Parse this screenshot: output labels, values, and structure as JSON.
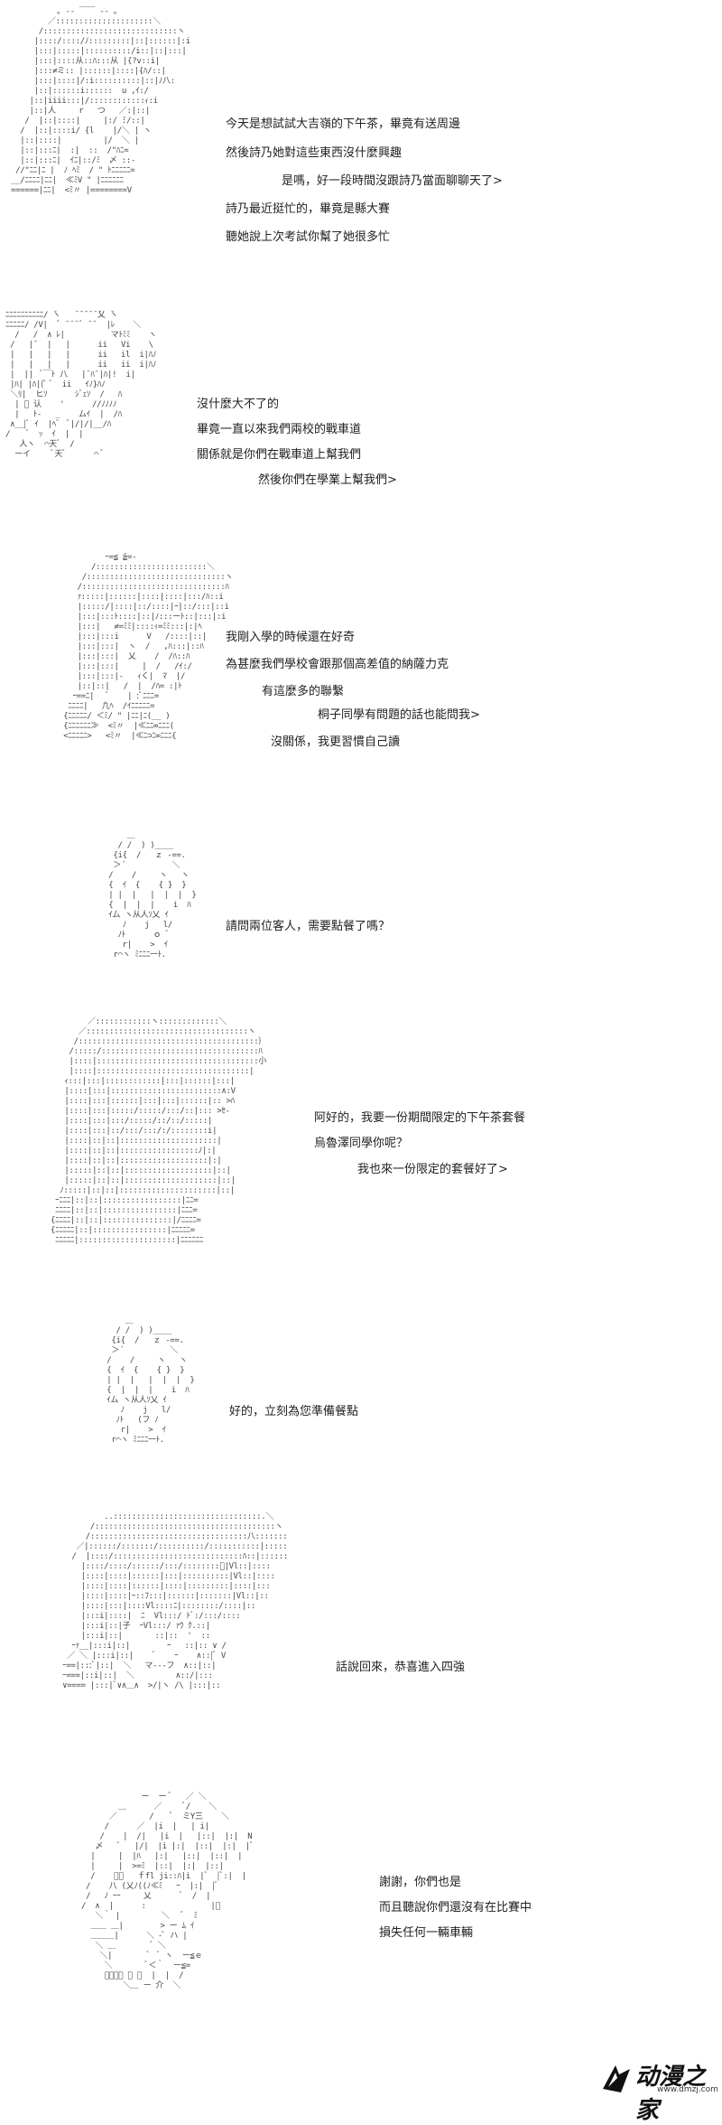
{
  "panels": [
    {
      "lines": [
        "今天是想試試大吉嶺的下午茶，畢竟有送周邊",
        "然後詩乃她對這些東西沒什麼興趣",
        "是嗎，好一段時間沒跟詩乃當面聊聊天了>",
        "詩乃最近挺忙的，畢竟是縣大賽",
        "聽她說上次考試你幫了她很多忙"
      ],
      "art": "          ｡ -‐ ￣￣ ‐- ｡\n        ／:::::::::::::::::::::＼\n      /:::::::::::::::::::::::::::::ヽ\n     |::::/::::/ﾉ:::::::::|::|::::::|:i\n     |:::|:::::|::::::::::/i::|::|:::|\n     |:::|::::从::ﾊ:::从 |{?v::i|\n     |:::≠ミ:: |::::::|::::|{ﾊ/::|\n     |:::|::::|/:i::::::::::|::|ﾉ八:\n     |::|::::::i::::::  u ,ｲ:/\n    |::|iiii:::|/::::::::::::ｨ:i\n    |::|人     r   つ   ／:|::|\n   /  |::|::::|     |:/ ̄:/::|\n  /  |::|::::i/ {l    |/＼ | ヽ\n  |::|::::|         |/  ＼ |\n  |::|:::ﾆ|  :|  ::  /\"ﾊﾆ=\n  |::|:::ﾆ|  ｲﾆ|::/ﾐ  〆 ::-\n //\"ﾆﾆ|ﾆ |  ﾉ ﾍﾐ  / \" ﾄﾆﾆﾆﾆﾆ=\n__/ﾆﾆﾆﾆ|ﾆﾆ|  ≪ﾐV \" |ﾆﾆﾆﾆﾆﾆ\n======|ﾆﾆ|  <ﾐ〃 |========V"
    },
    {
      "lines": [
        "沒什麼大不了的",
        "畢竟一直以來我們兩校的戰車道",
        "關係就是你們在戰車道上幫我們",
        "然後你們在學業上幫我們>"
      ],
      "art": "ﾆﾆﾆﾆﾆﾆﾆﾆﾆﾆ/ ̄ヽ   ̄ ̄ ̄ ̄ ̄ ̄乂 ̄ヽ\nﾆﾆﾆﾆﾆ/ /V|  ﾞ ¯¯¯ﾞ ¯¯  |ﾚ    ＼\n  /   /  ∧ ﾚ|          マﾄﾐﾐ    ヽ\n /   |¯  |   |      ii   Vi    \\\n |   |   |   |      ii   il  i|ﾊﾉ\n |   |   |   |      ii   ii  i|ﾊﾉ\n |  ||  ﾞ￣ﾄ 八   |¯ﾊ¯|ﾊ|!  i|\n |ﾊ| |ﾊ|(ﾟ ﾞ  ii   ｲﾉ}ﾊﾉ\n ＼ﾘ|  ヒｿ      ｼﾞｪｿ  /   ﾊ\n  | ﾞ 认    '      //ﾉﾉﾉﾉ\n  |   ﾄ-   _    ムｲ  |  /ﾊ\n ∧__|ﾞ ｲ  |ﾍﾞ  ﾞ|/|/|__/ﾊ\n/    ﾞ  ｯ  ｲ  |  |\n   人ヽ  ⌒天ﾞ  /\n  ーイ     ﾞ天ﾞ      ⌒ ﾞ"
    },
    {
      "lines": [
        "我剛入學的時候還在好奇",
        "為甚麼我們學校會跟那個高差值的納薩力克",
        "有這麼多的聯繫",
        "桐子同學有問題的話也能問我>",
        "沒關係，我更習慣自己讀"
      ],
      "art": "           ｰ=≦ ̄≧=-\n        /::::::::::::::::::::::::＼\n      /::::::::::::::::::::::::::::::ヽ\n     /:::::::::::::::::::::::::::::::ﾊ\n     ｧ:::::|::::::|::::|::::|:::/ﾊ::i\n     |:::::/|::::|::/::::|ｰ|::/:::|::i\n     |:::|:::ﾄ::::|::|ﾉ:::ーﾄ::|:::|:i\n     |:::|   ≠=ﾐﾐ|::::ｨ=ﾐﾐ:::|:|ﾍ\n     |:::|:::i      V   /::::|::|\n     |:::|:::|  ヽ  /   ,ﾊ:::|::ﾊ\n     |:::|:::|  乂    /  /ﾊ::ﾊ\n     |:::|:::|     |  /   /ｲ:/\n     |:::|:::|-   ｨく|  ﾏ  |/\n     |::|::|   /  |  /ﾊ= :|ﾄ\n    ｰ==ﾆ|   ﾞ    | :ﾞﾆﾆﾆ=\n   ﾆﾆﾆﾆ|   凢ﾍ  /ｲﾆﾆﾆﾆﾆ=\n  {ﾆﾆﾆﾆﾆ/ ＜ﾐ/ \" |ﾆﾆ|ﾆ(__ )\n  {ﾆﾆﾆﾆﾆﾆ≫  <ﾐ〃  |≪ﾆﾆ∞ﾆﾆﾆ(\n  <ﾆﾆﾆﾆﾆ>   <ﾐ〃  |≪ﾆ⊃ﾆ∞ﾆﾆﾆ{"
    },
    {
      "lines": [
        "請問兩位客人，需要點餐了嗎？"
      ],
      "art": "      ＿\n    / /  ) )____\n   {i{  /   ｚ ‐==.\n   ＞´          ＼\n  /    /     ヽ   ヽ\n  {  ｲ  {    { }  }\n  | |  |   |  |  |  }\n  {  |  |  |    i  ﾊ\n  ｲム ヽ从人ｿ乂 ｲ\n     ﾉ    j   l/\n    ﾉﾄ      ｏ ﾞ\n     r|    >  ｲ\n   r⌒ヽ ﾐﾆﾆﾆｰｰﾄ.\n"
    },
    {
      "lines": [
        "阿好的，我要一份期間限定的下午茶套餐",
        "烏魯澤同學你呢？",
        "我也來一份限定的套餐好了>"
      ],
      "art": "        ／::::::::::::ヽ:::::::::::::＼\n      ／:::::::::::::::::::::::::::::::::::ヽ\n     /:::::::::::::::::::::::::::::::::::::::｝\n    /:::::/::::::::::::::::::::::::::::::::::ﾊ\n    |::::|:::::::::::::::::::::::::::::::::::小\n    |::::|:::::::::::::::::::::::::::::::::|\n   ｨ:::|:::|::::::::::::|:::|::::::|:::|\n   |::::|:::|::::::::::::::::::::::::∧:V\n   |::::|:::|::::::|:::|:::|::::::|:: >ﾊ\n   |::::|:::|:::::/:::::/:::/::|::: >ｾ-\n   |::::|:::|:::/:::::/::/::/:::::|\n   |::::|:::|::/:::/:::/:/::::::::i|\n   |::::|::|::|:::::::::::::::::::::|\n   |::::|::|::|:::::::::::::::::ﾉ|:|\n   |::::|::|::|:::::::::::::::::::|:|\n   |:::::|::|::|:::::::::::::::::::|::|\n   |:::::|::|::|::::::::::::::::::::|::|\n  ﾉ:::::|::|::|:::::::::::::::::::::|::|\n ｰﾆﾆﾆ|::|::|:::::::::::::::::|ﾆﾆ=\n ﾆﾆﾆﾆ|::|::|::::::::::::::::|ﾆﾆﾆ=\n{ﾆﾆﾆﾆ|::|::|:::::::::::::::|/ﾆﾆﾆﾆ=\n{ﾆﾆﾆﾆﾆ|::|::::::::::::::::|ﾆﾆﾆﾆﾆ=\n ﾆﾆﾆﾆﾆ|:::::::::::::::::::::|ﾆﾆﾆﾆﾆﾆ"
    },
    {
      "lines": [
        "好的，立刻為您準備餐點"
      ],
      "art": "      ＿\n    / /  ) )____\n   {i{  /   ｚ ‐==.\n   ＞´          ＼\n  /    /     ヽ   ヽ\n  {  ｲ  {    { }  }\n  | |  |   |  |  |  }\n  {  |  |  |    i  ﾊ\n  ｲム ヽ从人ｿ乂 ｲ\n     ﾉ    j   l/\n    ﾉﾄ   (フ ﾉ\n     r|    >  ｲ\n   r⌒ヽ ﾐﾆﾆﾆｰｰﾄ.\n"
    },
    {
      "lines": [
        "話說回來，恭喜進入四強"
      ],
      "art": "          ..::::::::::::::::::::::::::::::::.＼\n       /:::::::::::::::::::::::::::::::::::::::ヽ\n      /::::::::::::::::::::::::::::::::::八:::::::\n    ／|::::::/:::::::/::::::::::/:::::::::::|:::::\n   /  |::::/::::::::::::::::::::::::::::ﾊ::|::::::\n     |::::/::::/::::::/:::/::::::::ﾞ|Vl::|::::\n     |::::|::::|::::::|:::|::::::::::|Vl::|::::\n     |::::|::::|::::::|::::|:::::::::|::::|:::\n     |::::|::::|ｰ::ﾌ:::|::::::|:::::::|Vl::|::\n     |::::|:::|::::Vl::::ﾆ|::::::::/::::|::\n     |:::i|::::|  ﾆ  Vl:::/ ﾄﾞ:/:::/::::\n     |:::i|::|子  ｰVl:::/ ｧｳ ｸ.::|\n     |:::i|::|       ::|::  '  ::\n   ｰｧ__|:::i|::|        ｰ   ::|:: ∨ /\n  ／ ＼ |:::i|::|    ﾞ    ｰ    ∧::|ﾞ V\n ｰ==|:::ﾞ|::|  ＼   マ---フ  ∧::|::|\n ｰ===|::i|::|  ＼         ∧::/|:::\n ∨==== |:::|ﾞ∨∧＿∧  >/|ヽ /\\ |:::|::\n"
    },
    {
      "lines": [
        "謝謝，你們也是",
        "而且聽說你們還沒有在比賽中",
        "損失任何一輛車輛"
      ],
      "art": "             ー  ー ﾞ   ／ ＼\n        ＿      ／     ﾞ/    ＼\n      ／       /    ﾞ  ミY三    ＼\n     /      ／  |i  |   | i|\n    /    |  /|   |i  |   |::|  |:|  N\n   〆   ﾞ   |/|  |i |:|  |::|  |:|  |ﾞ\n  |     |  |ﾊ   |:|   |::|  |::|  |\n  |     |  >=ﾐ  |::|  |:|  |::|\n  /    ﾞﾟ   ｆfl ji::ﾊ|i  |ﾞ  |ﾞ:|  |\n /    八 (乂ﾉ((ﾉ≪ﾐ   ｰ  |:|  |ﾞ\n /   ﾉ ｰｰ     乂      ﾞ  /  |\n/  ∧  |      :              |ﾞ\n   ＼｀ |         ＼   ﾞ  ﾐ\n  ＿＿ ＿|        > ー ﾑ ｲ\n  ＿＿＿|      ＼ -ﾞ ハ |\n   ＼ ＿        ﾞ ＼      \n    ＼|        ﾞ  ﾞ ヽ  ー≦ｅ\n     ＼       ﾞ＜｀  ー≦=\n     ﾞ＼＿＿ ＼ ﾞ  |  |  /\n         ＼＿ ー 介  ＼  "
    }
  ],
  "footer": {
    "logo_text": "动漫之家",
    "logo_url": "www.dmzj.com"
  }
}
